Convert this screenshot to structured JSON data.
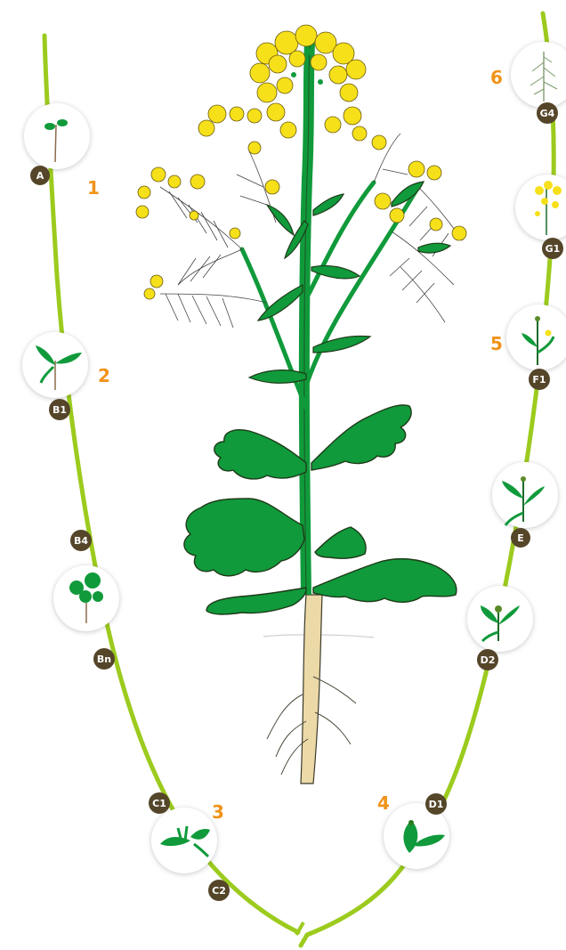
{
  "colors": {
    "cycle_line": "#9ccb1e",
    "badge_fill": "#55462a",
    "badge_text": "#ffffff",
    "phase_number": "#f0931a",
    "leaf": "#109a3b",
    "flower": "#f6e01a",
    "root": "#ecd9a8"
  },
  "phase_numbers": [
    "1",
    "2",
    "3",
    "4",
    "5",
    "6"
  ],
  "stage_codes": [
    "A",
    "B1",
    "B4",
    "Bn",
    "C1",
    "C2",
    "D1",
    "D2",
    "E",
    "F1",
    "G1",
    "G4"
  ],
  "stage_icons": [
    "seedling-icon",
    "rosette-icon",
    "leafy-rosette-icon",
    "stem-elongation-icon",
    "bud-icon",
    "green-bud-icon",
    "separated-buds-icon",
    "first-flower-icon",
    "flowering-icon",
    "pods-icon"
  ],
  "main_illustration": "rapeseed-plant-illustration"
}
